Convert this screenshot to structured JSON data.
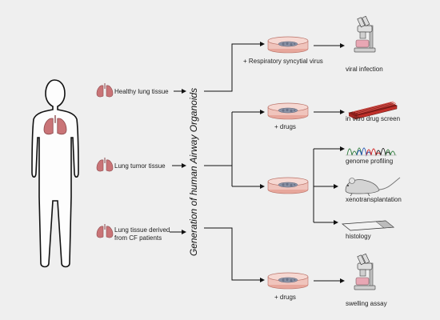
{
  "sources": {
    "healthy": "Healthy lung tissue",
    "tumor": "Lung tumor tissue",
    "cf_line1": "Lung tissue derived",
    "cf_line2": "from CF patients"
  },
  "vertical_title": "Generation of human Airway Organoids",
  "treatments": {
    "rsv": "+  Respiratory syncytial virus",
    "drugs_top": "+ drugs",
    "drugs_bottom": "+ drugs"
  },
  "outcomes": {
    "viral": "viral infection",
    "drug_screen": "in vitro drug screen",
    "genome": "genome profiling",
    "xeno": "xenotransplantation",
    "histology": "histology",
    "swelling": "swelling assay"
  },
  "colors": {
    "lung": "#c97477",
    "dish_fill": "#f0c4bc",
    "dish_rim": "#d98a80",
    "plate": "#c0302a",
    "line": "#111111"
  }
}
